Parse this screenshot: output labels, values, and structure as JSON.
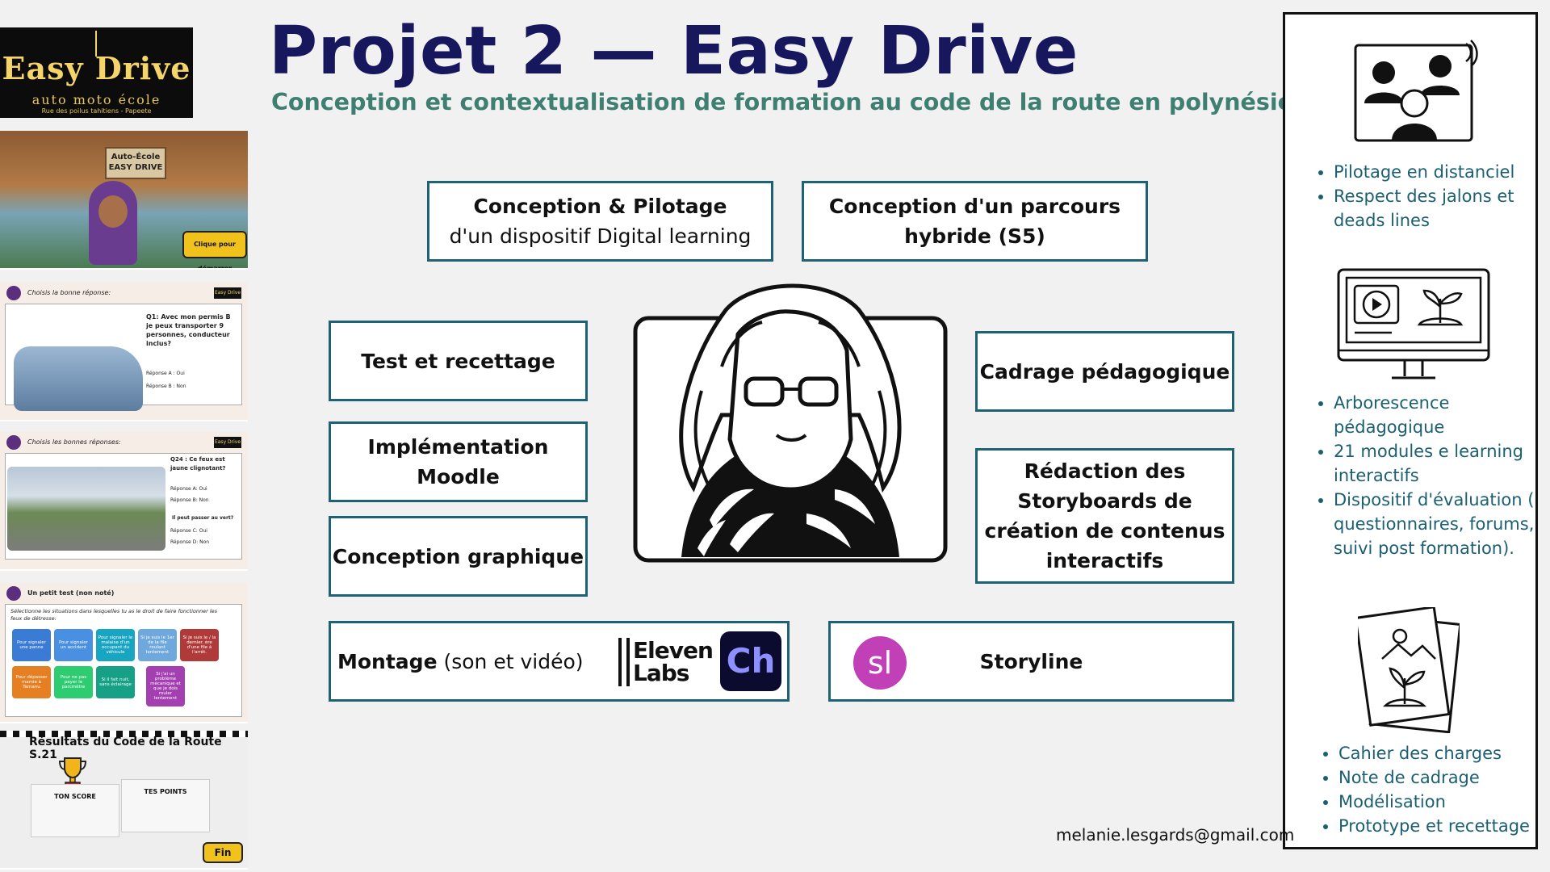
{
  "header": {
    "title": "Projet 2 — Easy Drive",
    "subtitle": "Conception et contextualisation de formation au code de la route en polynésie"
  },
  "logo": {
    "title": "Easy Drive",
    "subtitle": "auto moto école",
    "address": "Rue des poilus tahitiens - Papeete"
  },
  "thumbnails": {
    "t1": {
      "sign": "Auto-École EASY DRIVE",
      "button": "Clique pour démarrer"
    },
    "t2": {
      "prompt": "Choisis la bonne réponse:",
      "question": "Q1: Avec mon permis B je peux transporter 9 personnes, conducteur inclus?",
      "answer_a": "Réponse A : Oui",
      "answer_b": "Réponse B : Non"
    },
    "t3": {
      "prompt": "Choisis les bonnes réponses:",
      "question": "Q24 : Ce feux est jaune clignotant?",
      "answer_a": "Réponse A: Oui",
      "answer_b": "Réponse B: Non",
      "question2": "Il peut passer au vert?",
      "answer_c": "Réponse C: Oui",
      "answer_d": "Réponse D: Non"
    },
    "t4": {
      "title": "Un petit test (non noté)",
      "instruction": "Sélectionne les situations dans lesquelles tu as le droit de faire fonctionner les feux de détresse:",
      "tiles": [
        "Pour signaler une panne",
        "Pour signaler un accident",
        "Pour signaler le malaise d'un occupant du véhicule",
        "Si je suis le 1er de la file roulant lentement",
        "Si je suis le / la dernier. ère d'une file à l'arrêt.",
        "Pour dépasser mamie à Tamanu",
        "Pour ne pas payer le parcmètre",
        "Si il fait nuit, sans éclairage",
        "Si j'ai un problème mécanique et que je dois rouler lentement"
      ]
    },
    "t5": {
      "title": "Résultats du Code de la Route S.21",
      "score_label": "TON SCORE",
      "points_label": "TES POINTS",
      "fin": "Fin"
    }
  },
  "center": {
    "box1_bold": "Conception & Pilotage",
    "box1_text": "d'un dispositif Digital learning",
    "box2_line1": "Conception d'un parcours",
    "box2_line2": "hybride (S5)",
    "box3": "Test et recettage",
    "box4_line1": "Implémentation",
    "box4_line2": "Moodle",
    "box5": "Conception graphique",
    "box6": "Cadrage pédagogique",
    "box7_lines": [
      "Rédaction des",
      "Storyboards de",
      "création de contenus",
      "interactifs"
    ],
    "montage_bold": "Montage",
    "montage_text": " (son et vidéo)",
    "elevenlabs_1": "Eleven",
    "elevenlabs_2": "Labs",
    "ch_icon": "Ch",
    "sl_icon": "sl",
    "storyline": "Storyline"
  },
  "panel": {
    "list1": [
      "Pilotage en distanciel",
      "Respect des jalons et deads lines"
    ],
    "list2": [
      "Arborescence pédagogique",
      "21 modules e learning interactifs",
      "Dispositif d'évaluation ( questionnaires, forums, suivi post formation)."
    ],
    "list3": [
      "Cahier des charges",
      "Note de cadrage",
      "Modélisation",
      "Prototype et recettage"
    ]
  },
  "footer": {
    "email": "melanie.lesgards@gmail.com"
  },
  "colors": {
    "title": "#17175e",
    "subtitle": "#3f7f71",
    "box_border": "#1f6175",
    "list_text": "#1b5f73"
  }
}
